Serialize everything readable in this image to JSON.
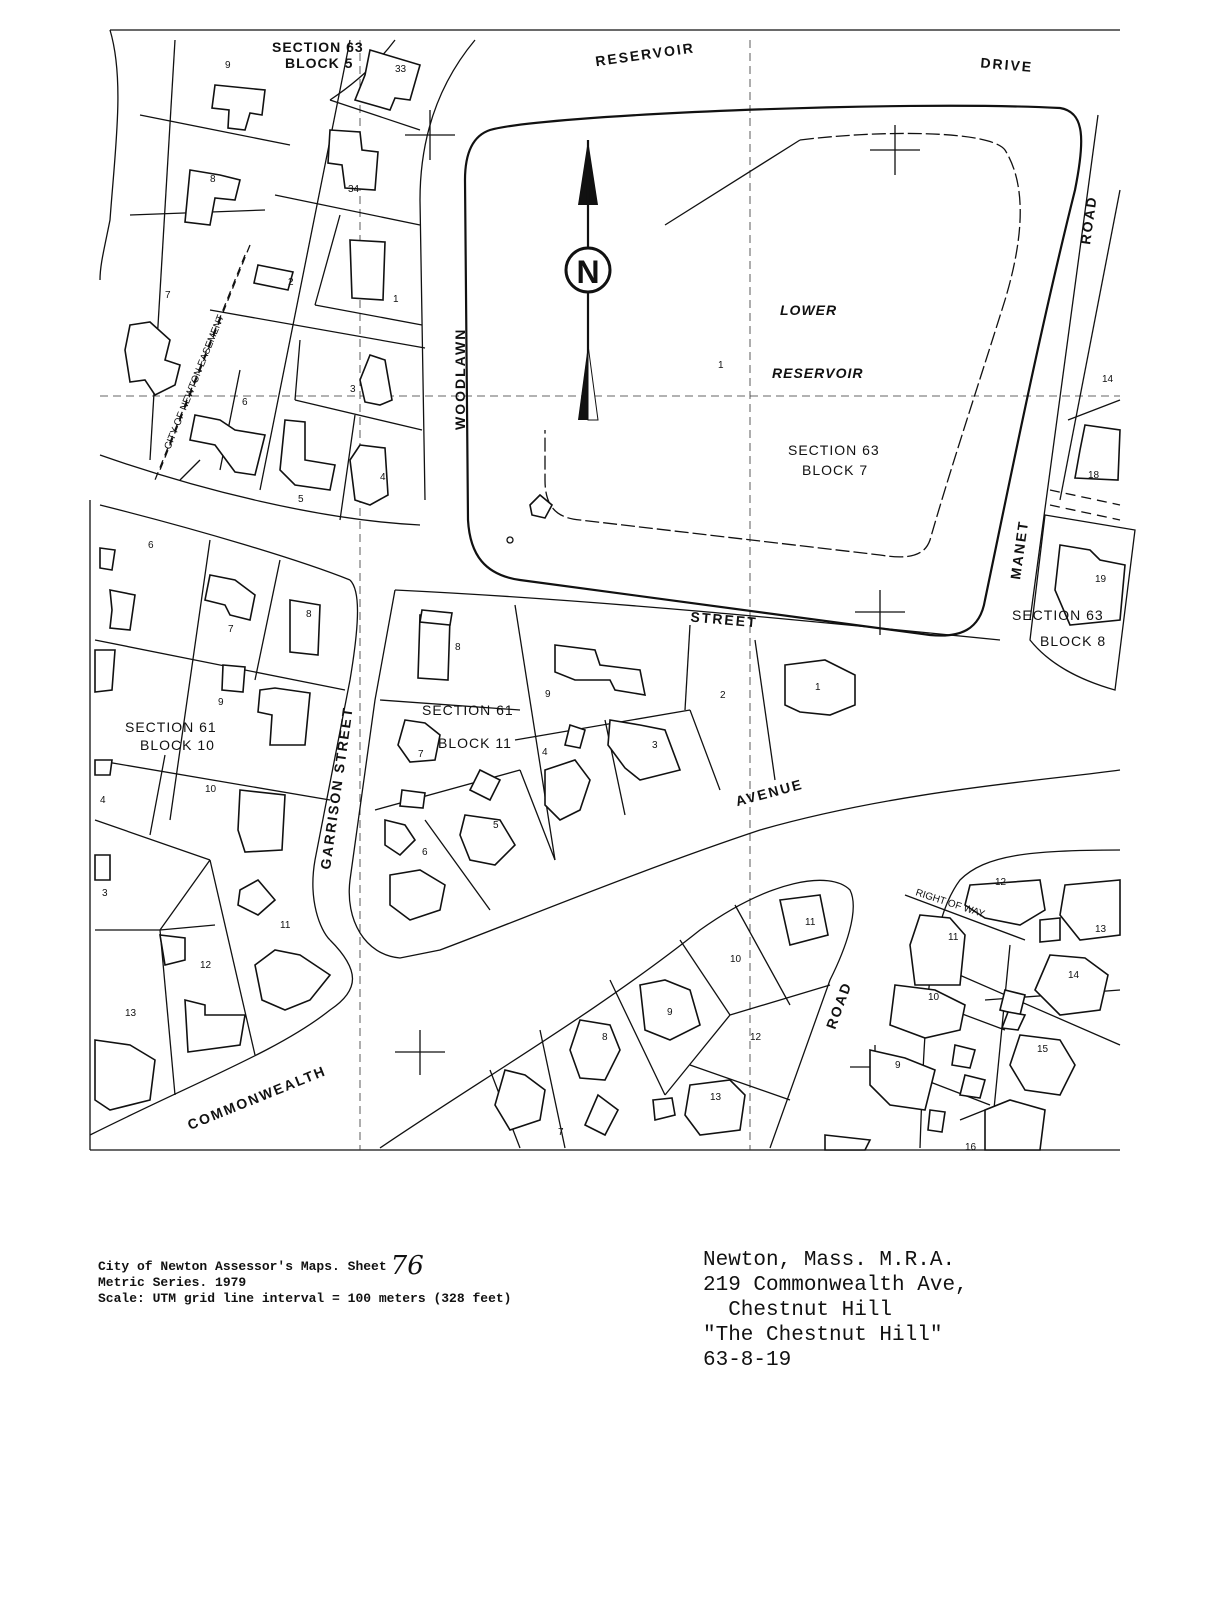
{
  "map": {
    "north_symbol": "N",
    "streets": {
      "reservoir": "RESERVOIR",
      "drive": "DRIVE",
      "woodlawn": "WOODLAWN",
      "road_upper": "ROAD",
      "manet": "MANET",
      "street": "STREET",
      "avenue": "AVENUE",
      "garrison": "GARRISON STREET",
      "commonwealth": "COMMONWEALTH",
      "road_lower": "ROAD",
      "right_of_way": "RIGHT OF WAY",
      "easement": "CITY OF NEWTON EASEMENT"
    },
    "reservoir_label_1": "LOWER",
    "reservoir_label_2": "RESERVOIR",
    "sections": {
      "s63b5_line1": "SECTION 63",
      "s63b5_line2": "BLOCK 5",
      "s63b7_line1": "SECTION 63",
      "s63b7_line2": "BLOCK 7",
      "s63b8_line1": "SECTION 63",
      "s63b8_line2": "BLOCK 8",
      "s61b10_line1": "SECTION 61",
      "s61b10_line2": "BLOCK 10",
      "s61b11_line1": "SECTION 61",
      "s61b11_line2": "BLOCK 11"
    },
    "lots": {
      "b5_9": "9",
      "b5_33": "33",
      "b5_8": "8",
      "b5_34": "34",
      "b5_7": "7",
      "b5_2": "2",
      "b5_1": "1",
      "b5_6": "6",
      "b5_3": "3",
      "b5_5": "5",
      "b5_4": "4",
      "b7_1": "1",
      "b8_14": "14",
      "b8_18": "18",
      "b8_19": "19",
      "b10_6": "6",
      "b10_7": "7",
      "b10_8": "8",
      "b10_9": "9",
      "b10_10": "10",
      "b10_4": "4",
      "b10_3": "3",
      "b10_11": "11",
      "b10_12": "12",
      "b10_13": "13",
      "b11_8": "8",
      "b11_9": "9",
      "b11_1": "1",
      "b11_2": "2",
      "b11_3": "3",
      "b11_4": "4",
      "b11_5": "5",
      "b11_6": "6",
      "b11_7": "7",
      "s_7": "7",
      "s_8": "8",
      "s_9": "9",
      "s_10": "10",
      "s_11": "11",
      "s_12": "12",
      "s_13": "13",
      "e_12": "12",
      "e_11": "11",
      "e_13": "13",
      "e_10": "10",
      "e_14": "14",
      "e_15": "15",
      "e_9": "9",
      "e_16": "16"
    }
  },
  "caption_left": {
    "line1": "City of Newton Assessor's Maps. Sheet",
    "sheet": "76",
    "line2": "Metric Series. 1979",
    "line3": "Scale: UTM grid line interval = 100 meters (328 feet)"
  },
  "caption_right": {
    "line1": "Newton, Mass. M.R.A.",
    "line2": "219 Commonwealth Ave,",
    "line3": "  Chestnut Hill",
    "line4": "\"The Chestnut Hill\"",
    "line5": "63-8-19"
  }
}
